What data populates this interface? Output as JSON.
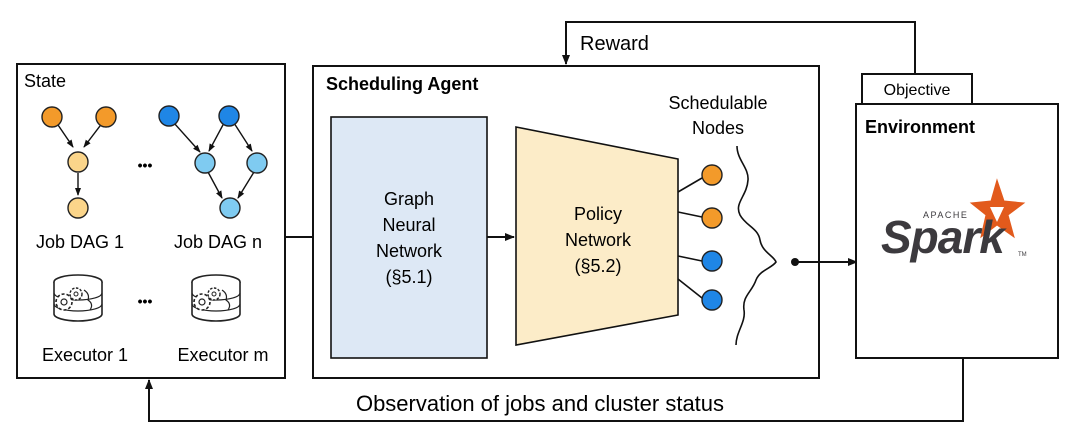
{
  "state": {
    "title": "State",
    "dag1_label": "Job DAG 1",
    "dagn_label": "Job DAG n",
    "dots": "•••",
    "exec1_label": "Executor 1",
    "execm_label": "Executor m"
  },
  "agent": {
    "title": "Scheduling Agent",
    "gnn": {
      "line1": "Graph",
      "line2": "Neural",
      "line3": "Network",
      "line4": "(§5.1)"
    },
    "policy": {
      "line1": "Policy",
      "line2": "Network",
      "line3": "(§5.2)"
    },
    "schedulable": {
      "line1": "Schedulable",
      "line2": "Nodes"
    }
  },
  "environment": {
    "objective_tab": "Objective",
    "title": "Environment",
    "logo": {
      "apache": "APACHE",
      "spark": "Spark",
      "tm": "TM"
    }
  },
  "arrows": {
    "reward": "Reward",
    "observation": "Observation of jobs and cluster status"
  },
  "colors": {
    "orange_node": "#f39a2a",
    "yellow_node": "#fbd58a",
    "blue_node": "#1f86e6",
    "lightblue_node": "#7fcbf1",
    "gnn_fill": "#dde8f5",
    "policy_fill": "#fcecc8",
    "spark_orange": "#e25a1c",
    "spark_grey": "#3c3a3e"
  }
}
